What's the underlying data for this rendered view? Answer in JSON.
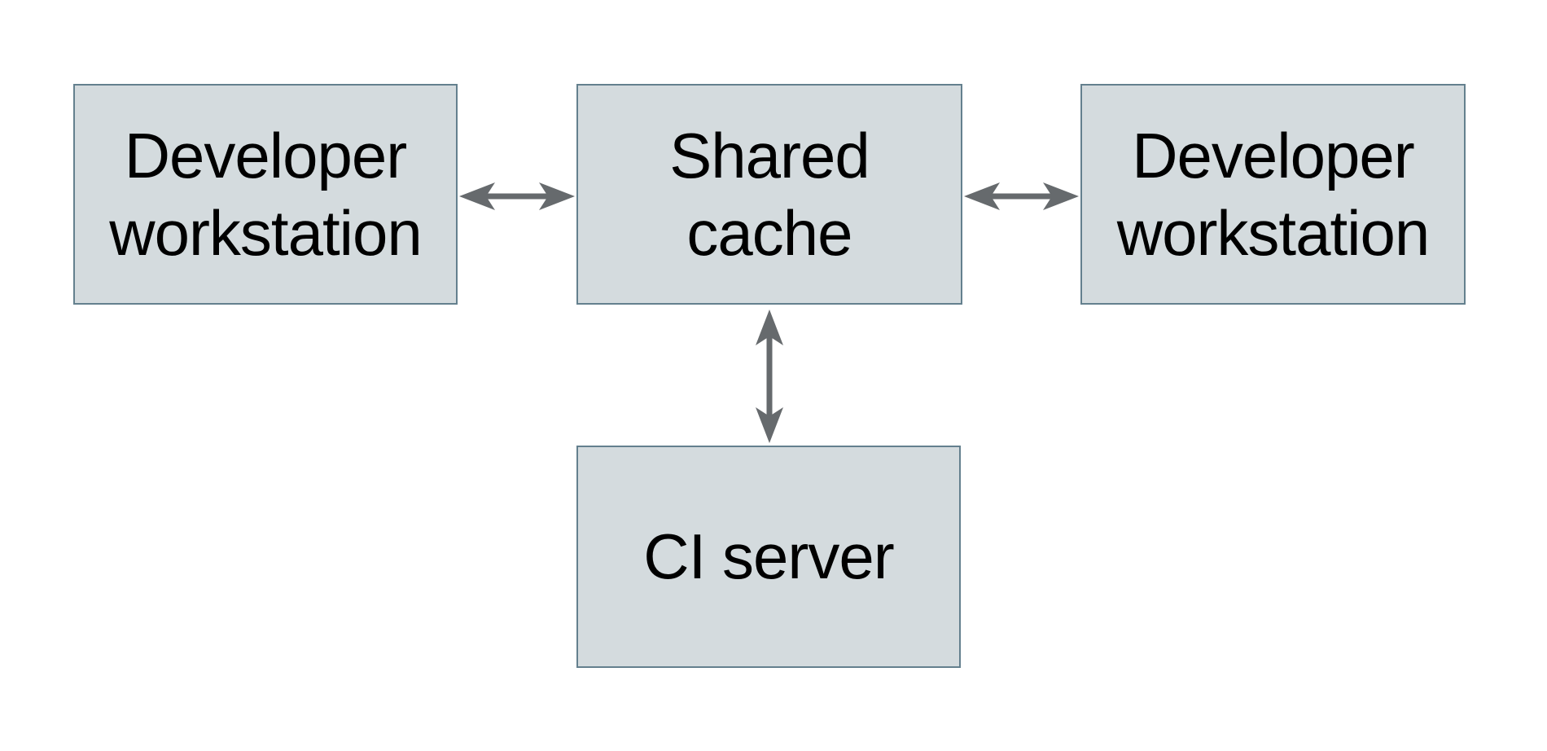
{
  "diagram": {
    "type": "architecture-diagram",
    "colors": {
      "background": "#ffffff",
      "node-fill": "#d4dbde",
      "node-border": "#64808e",
      "arrow": "#666a6d",
      "text": "#000000"
    },
    "nodes": [
      {
        "id": "developer-workstation-left",
        "label": "Developer\nworkstation"
      },
      {
        "id": "shared-cache",
        "label": "Shared\ncache"
      },
      {
        "id": "developer-workstation-right",
        "label": "Developer\nworkstation"
      },
      {
        "id": "ci-server",
        "label": "CI server"
      }
    ],
    "edges": [
      {
        "from": "developer-workstation-left",
        "to": "shared-cache",
        "style": "double-headed-arrow",
        "orientation": "horizontal"
      },
      {
        "from": "shared-cache",
        "to": "developer-workstation-right",
        "style": "double-headed-arrow",
        "orientation": "horizontal"
      },
      {
        "from": "shared-cache",
        "to": "ci-server",
        "style": "double-headed-arrow",
        "orientation": "vertical"
      }
    ]
  }
}
